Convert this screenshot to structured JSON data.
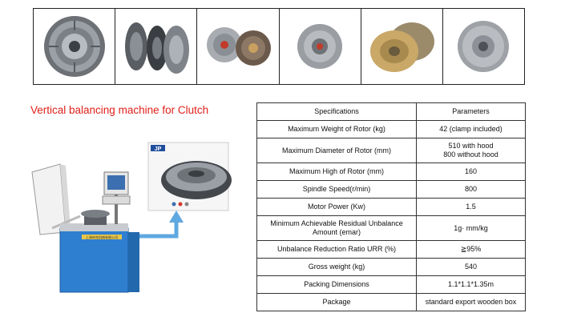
{
  "title": "Vertical balancing machine for Clutch",
  "thumbnails": [
    {
      "icon": "clutch-pressure-plate-icon"
    },
    {
      "icon": "clutch-kit-exploded-icon"
    },
    {
      "icon": "clutch-kit-pair-icon"
    },
    {
      "icon": "clutch-cover-icon"
    },
    {
      "icon": "clutch-disc-gold-icon"
    },
    {
      "icon": "clutch-friction-disc-icon"
    }
  ],
  "machine": {
    "brand_logo": "JP",
    "side_label": "上海申克机械有限公司"
  },
  "table": {
    "headers": [
      "Specifications",
      "Parameters"
    ],
    "rows": [
      {
        "spec": "Maximum Weight of Rotor (kg)",
        "param": "42 (clamp included)"
      },
      {
        "spec": "Maximum Diameter of Rotor (mm)",
        "param1": "510 with hood",
        "param2": "800 without hood"
      },
      {
        "spec": "Maximum High of Rotor (mm)",
        "param": "160"
      },
      {
        "spec": "Spindle Speed(r/min)",
        "param": "800"
      },
      {
        "spec": "Motor Power (Kw)",
        "param": "1.5"
      },
      {
        "spec1": "Minimum Achievable Residual Unbalance",
        "spec2": "Amount (emar)",
        "param": "1g· mm/kg"
      },
      {
        "spec": "Unbalance Reduction Ratio URR (%)",
        "param": "≧95%"
      },
      {
        "spec": "Gross weight (kg)",
        "param": "540"
      },
      {
        "spec": "Packing Dimensions",
        "param": "1.1*1.1*1.35m"
      },
      {
        "spec": "Package",
        "param": "standard export wooden box"
      }
    ]
  },
  "colors": {
    "title_red": "#e0201b",
    "machine_blue": "#2e7fd0",
    "arrow_blue": "#5fa8e0"
  }
}
